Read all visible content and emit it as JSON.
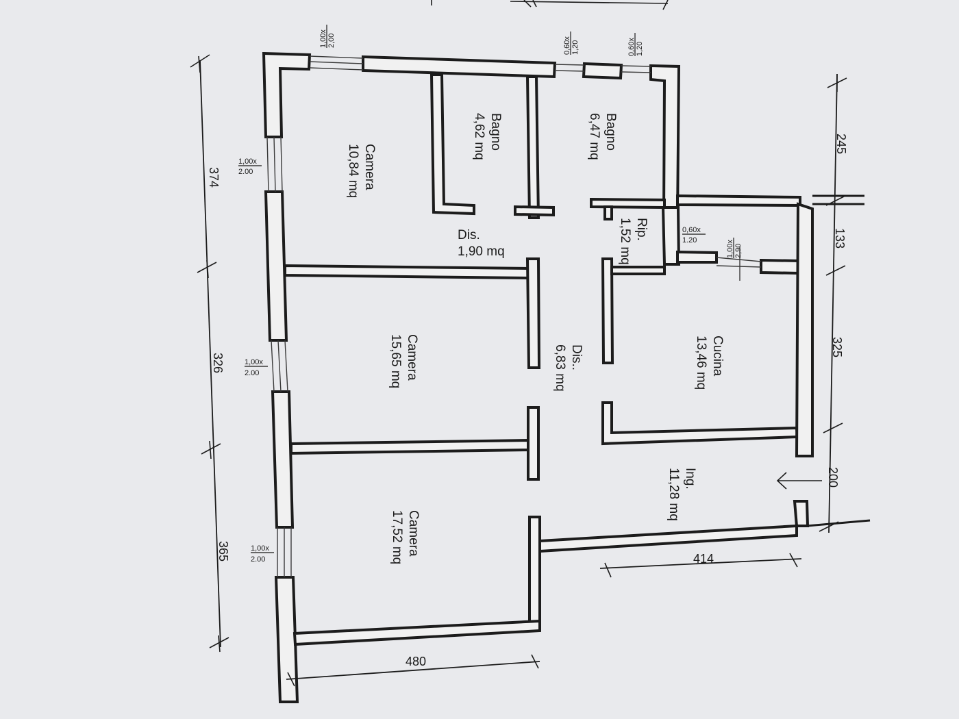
{
  "rooms": {
    "camera_1": {
      "name": "Camera",
      "area": "10,84 mq"
    },
    "bagno_1": {
      "name": "Bagno",
      "area": "4,62 mq"
    },
    "bagno_2": {
      "name": "Bagno",
      "area": "6,47 mq"
    },
    "disimpegno_1": {
      "name": "Dis.",
      "area": "1,90 mq"
    },
    "ripostiglio": {
      "name": "Rip.",
      "area": "1,52 mq"
    },
    "camera_2": {
      "name": "Camera",
      "area": "15,65 mq"
    },
    "disimpegno_2": {
      "name": "Dis..",
      "area": "6,83 mq"
    },
    "cucina": {
      "name": "Cucina",
      "area": "13,46 mq"
    },
    "ingresso": {
      "name": "Ing.",
      "area": "11,28 mq"
    },
    "camera_3": {
      "name": "Camera",
      "area": "17,52 mq"
    }
  },
  "openings": {
    "top_left_window": {
      "width": "1,00x",
      "height": "2,00"
    },
    "top_mid_window": {
      "width": "0,60x",
      "height": "1,20"
    },
    "top_right_window": {
      "width": "0,60x",
      "height": "1,20"
    },
    "left_window_1": {
      "width": "1,00x",
      "height": "2.00"
    },
    "left_window_2": {
      "width": "1,00x",
      "height": "2.00"
    },
    "left_window_3": {
      "width": "1,00x",
      "height": "2.00"
    },
    "rip_door": {
      "width": "0,60x",
      "height": "1.20"
    },
    "kitchen_door": {
      "width": "1,00x",
      "height": "2,90"
    }
  },
  "dimensions": {
    "left": [
      "374",
      "326",
      "365"
    ],
    "right": [
      "245",
      "133",
      "325",
      "200"
    ],
    "bottom": [
      "480",
      "414"
    ]
  }
}
